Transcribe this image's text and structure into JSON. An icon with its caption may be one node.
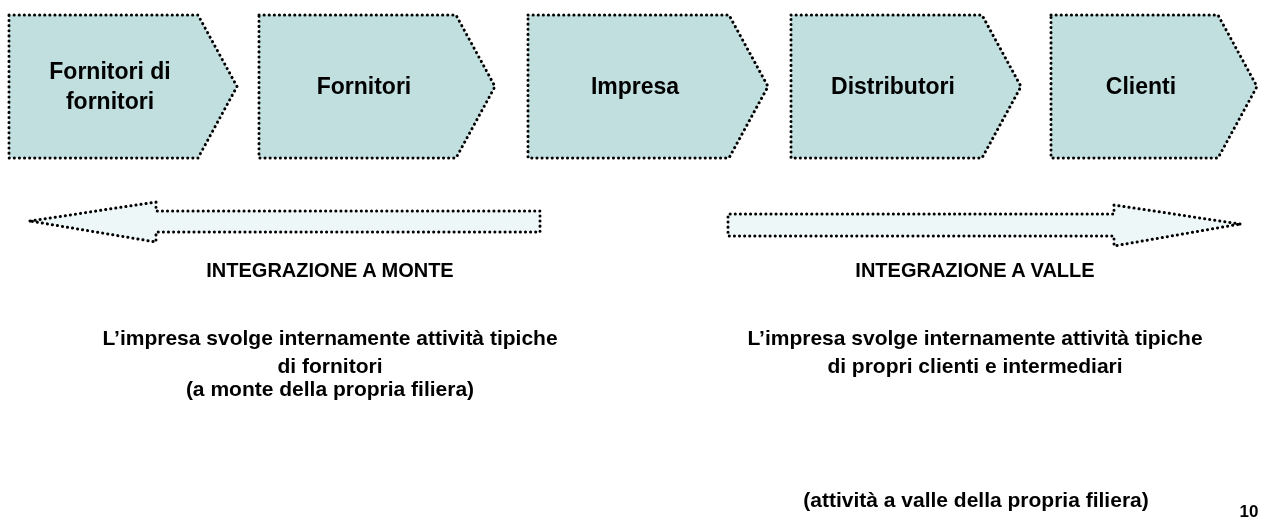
{
  "diagram": {
    "nodes": [
      {
        "text": [
          "Fornitori di fornitori"
        ]
      },
      {
        "text": [
          "Fornitori"
        ]
      },
      {
        "text": [
          "Impresa"
        ]
      },
      {
        "text": [
          "Distributori"
        ]
      },
      {
        "text": [
          "Clienti"
        ]
      }
    ],
    "labels": [
      "INTEGRAZIONE A MONTE",
      "INTEGRAZIONE A VALLE",
      "L’impresa svolge internamente attività tipiche di fornitori",
      "L’impresa svolge internamente attività tipiche di propri clienti e intermediari",
      "(a monte della propria filiera)",
      "(attività a valle della propria filiera)",
      "10"
    ]
  }
}
